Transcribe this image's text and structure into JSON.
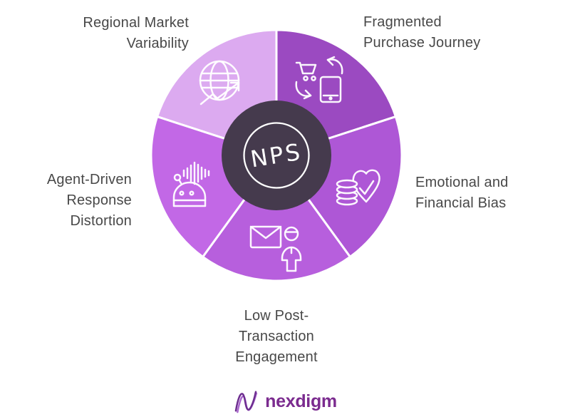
{
  "diagram": {
    "type": "circular-segment-wheel",
    "center": {
      "label": "NPS",
      "disc_color": "#453a4d",
      "ring_color": "#ffffff",
      "text_color": "#ffffff"
    },
    "divider_color": "#ffffff",
    "label_text_color": "#484848",
    "segments": [
      {
        "label": "Regional Market Variability",
        "lines": [
          "Regional Market",
          "Variability"
        ],
        "color": "#dcaaf0",
        "icon": "globe-growth-icon",
        "position": "top-left"
      },
      {
        "label": "Fragmented Purchase Journey",
        "lines": [
          "Fragmented",
          "Purchase Journey"
        ],
        "color": "#9b4ac1",
        "icon": "cart-phone-sync-icon",
        "position": "top-right"
      },
      {
        "label": "Emotional and Financial Bias",
        "lines": [
          "Emotional and",
          "Financial Bias"
        ],
        "color": "#ae57d6",
        "icon": "heart-coins-icon",
        "position": "right"
      },
      {
        "label": "Low Post-Transaction Engagement",
        "lines": [
          "Low Post-",
          "Transaction",
          "Engagement"
        ],
        "color": "#b75fdd",
        "icon": "mail-person-icon",
        "position": "bottom"
      },
      {
        "label": "Agent-Driven Response Distortion",
        "lines": [
          "Agent-Driven",
          "Response",
          "Distortion"
        ],
        "color": "#c268e6",
        "icon": "robot-voice-icon",
        "position": "left"
      }
    ]
  },
  "footer": {
    "brand": "nexdigm",
    "brand_color": "#7b2b8f"
  }
}
